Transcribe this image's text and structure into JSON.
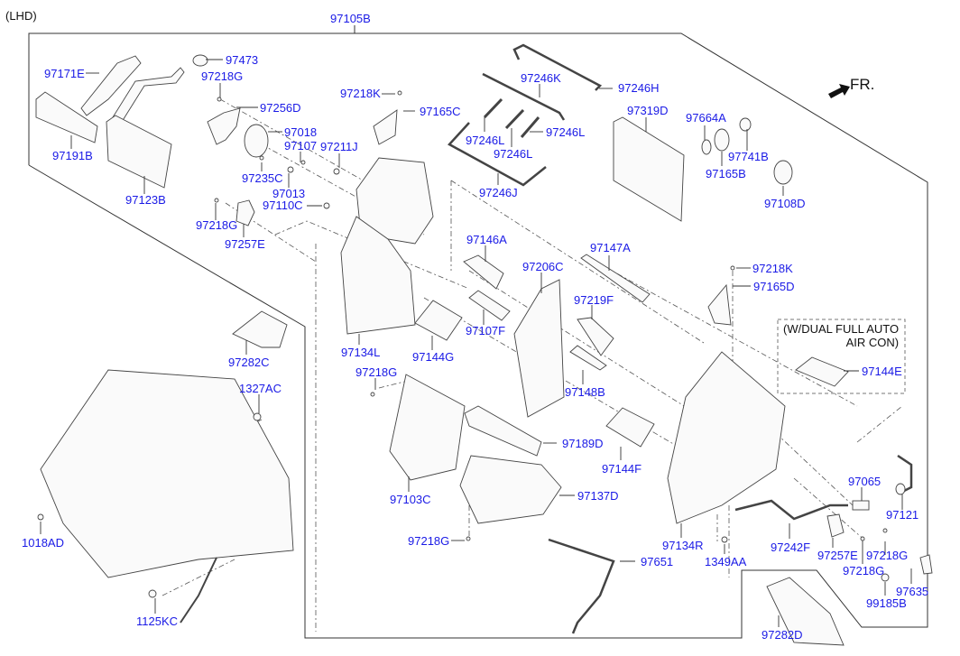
{
  "diagram": {
    "variant_note": "(LHD)",
    "direction_marker": "FR.",
    "option_box_note": "(W/DUAL FULL AUTO\n AIR CON)",
    "assembly_label": "97105B",
    "parts": [
      {
        "id": "p97473",
        "code": "97473"
      },
      {
        "id": "p97171E",
        "code": "97171E"
      },
      {
        "id": "p97218G_a",
        "code": "97218G"
      },
      {
        "id": "p97256D",
        "code": "97256D"
      },
      {
        "id": "p97018",
        "code": "97018"
      },
      {
        "id": "p97107",
        "code": "97107"
      },
      {
        "id": "p97191B",
        "code": "97191B"
      },
      {
        "id": "p97235C",
        "code": "97235C"
      },
      {
        "id": "p97013",
        "code": "97013"
      },
      {
        "id": "p97110C",
        "code": "97110C"
      },
      {
        "id": "p97123B",
        "code": "97123B"
      },
      {
        "id": "p97218G_b",
        "code": "97218G"
      },
      {
        "id": "p97257E_a",
        "code": "97257E"
      },
      {
        "id": "p97218K_a",
        "code": "97218K"
      },
      {
        "id": "p97165C",
        "code": "97165C"
      },
      {
        "id": "p97211J",
        "code": "97211J"
      },
      {
        "id": "p97246K",
        "code": "97246K"
      },
      {
        "id": "p97246H",
        "code": "97246H"
      },
      {
        "id": "p97246L_a",
        "code": "97246L"
      },
      {
        "id": "p97246L_b",
        "code": "97246L"
      },
      {
        "id": "p97246L_c",
        "code": "97246L"
      },
      {
        "id": "p97246J",
        "code": "97246J"
      },
      {
        "id": "p97319D",
        "code": "97319D"
      },
      {
        "id": "p97664A",
        "code": "97664A"
      },
      {
        "id": "p97741B",
        "code": "97741B"
      },
      {
        "id": "p97165B",
        "code": "97165B"
      },
      {
        "id": "p97108D",
        "code": "97108D"
      },
      {
        "id": "p97146A",
        "code": "97146A"
      },
      {
        "id": "p97147A",
        "code": "97147A"
      },
      {
        "id": "p97206C",
        "code": "97206C"
      },
      {
        "id": "p97219F",
        "code": "97219F"
      },
      {
        "id": "p97107F",
        "code": "97107F"
      },
      {
        "id": "p97144G",
        "code": "97144G"
      },
      {
        "id": "p97148B",
        "code": "97148B"
      },
      {
        "id": "p97134L",
        "code": "97134L"
      },
      {
        "id": "p97218K_b",
        "code": "97218K"
      },
      {
        "id": "p97165D",
        "code": "97165D"
      },
      {
        "id": "p97144E",
        "code": "97144E"
      },
      {
        "id": "p97282C",
        "code": "97282C"
      },
      {
        "id": "p1327AC",
        "code": "1327AC"
      },
      {
        "id": "p97218G_c",
        "code": "97218G"
      },
      {
        "id": "p97189D",
        "code": "97189D"
      },
      {
        "id": "p97144F",
        "code": "97144F"
      },
      {
        "id": "p97103C",
        "code": "97103C"
      },
      {
        "id": "p97137D",
        "code": "97137D"
      },
      {
        "id": "p1018AD",
        "code": "1018AD"
      },
      {
        "id": "p97218G_d",
        "code": "97218G"
      },
      {
        "id": "p97651",
        "code": "97651"
      },
      {
        "id": "p97134R",
        "code": "97134R"
      },
      {
        "id": "p1349AA",
        "code": "1349AA"
      },
      {
        "id": "p97065",
        "code": "97065"
      },
      {
        "id": "p97121",
        "code": "97121"
      },
      {
        "id": "p97242F",
        "code": "97242F"
      },
      {
        "id": "p97257E_b",
        "code": "97257E"
      },
      {
        "id": "p97218G_e",
        "code": "97218G"
      },
      {
        "id": "p97218G_f",
        "code": "97218G"
      },
      {
        "id": "p97635",
        "code": "97635"
      },
      {
        "id": "p99185B",
        "code": "99185B"
      },
      {
        "id": "p97282D",
        "code": "97282D"
      },
      {
        "id": "p1125KC",
        "code": "1125KC"
      }
    ],
    "colors": {
      "label": "#1a1ae6",
      "line": "#333333",
      "background": "#ffffff"
    }
  }
}
